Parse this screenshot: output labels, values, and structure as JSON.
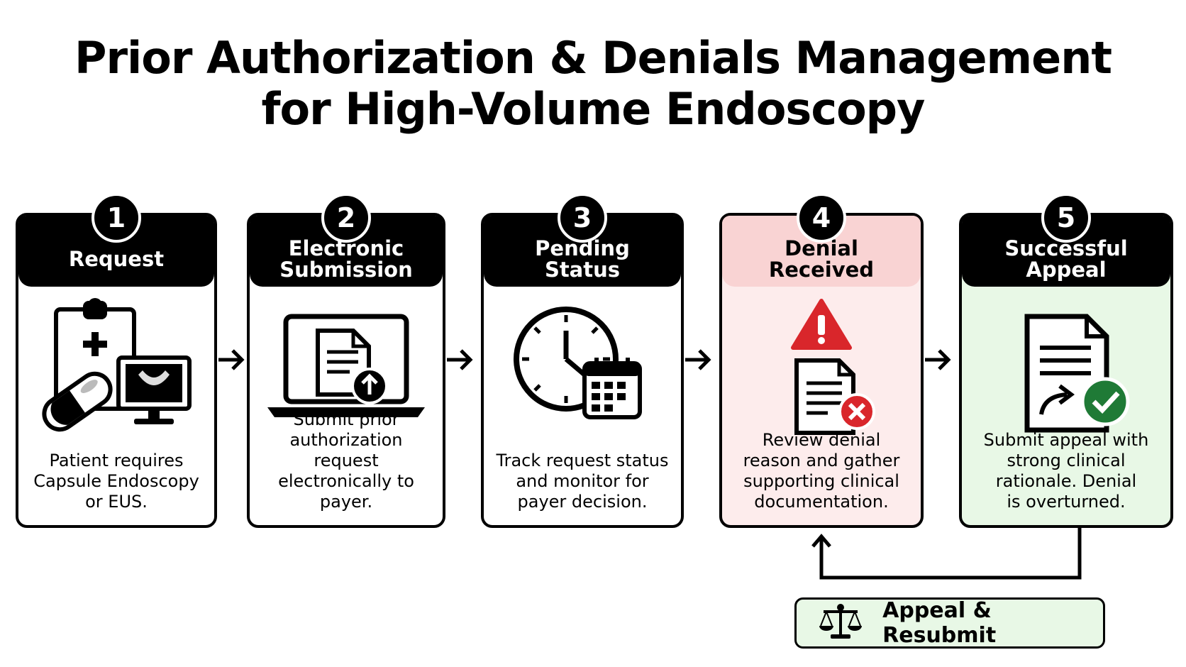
{
  "title": {
    "line1": "Prior Authorization & Denials Management",
    "line2": "for High-Volume Endoscopy"
  },
  "steps": [
    {
      "number": "1",
      "heading": "Request",
      "icon": "clipboard-capsule-monitor-icon",
      "description": "Patient requires\nCapsule Endoscopy\nor EUS."
    },
    {
      "number": "2",
      "heading": "Electronic\nSubmission",
      "icon": "laptop-upload-icon",
      "description": "Submit prior\nauthorization request\nelectronically to\npayer."
    },
    {
      "number": "3",
      "heading": "Pending\nStatus",
      "icon": "clock-calendar-icon",
      "description": "Track request status\nand monitor for\npayer decision."
    },
    {
      "number": "4",
      "heading": "Denial\nReceived",
      "icon": "warning-document-x-icon",
      "description": "Review denial\nreason and gather\nsupporting clinical\ndocumentation."
    },
    {
      "number": "5",
      "heading": "Successful\nAppeal",
      "icon": "document-check-icon",
      "description": "Submit appeal with\nstrong clinical\nrationale. Denial\nis overturned."
    }
  ],
  "feedback": {
    "label": "Appeal & Resubmit",
    "icon": "scales-icon"
  },
  "colors": {
    "header": "#000000",
    "denial_bg": "#fdecec",
    "denial_header": "#f9d3d3",
    "success_bg": "#e8f8e6",
    "alert_red": "#d9262b",
    "check_green": "#1f7a36"
  }
}
